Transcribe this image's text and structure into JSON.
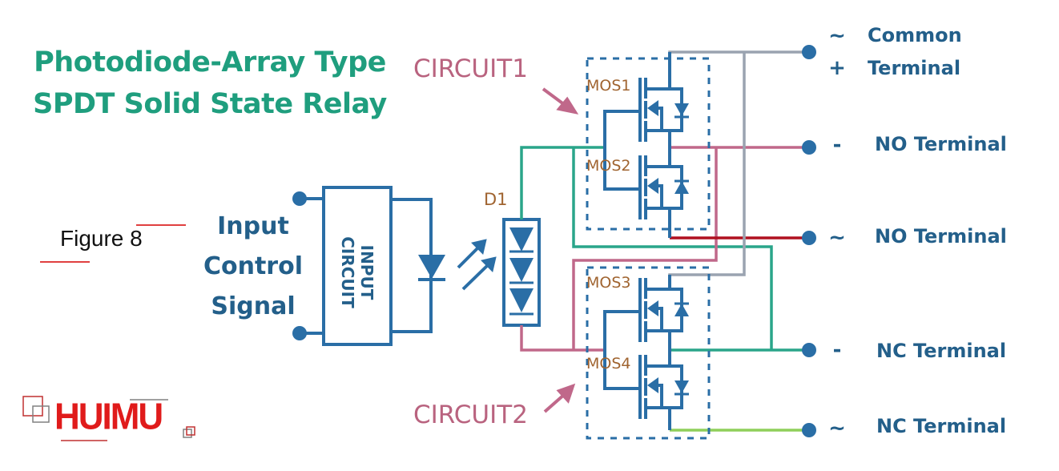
{
  "title": {
    "line1": "Photodiode-Array Type",
    "line2": "SPDT Solid State Relay"
  },
  "figure_label": "Figure 8",
  "input": {
    "line1": "Input",
    "line2": "Control",
    "line3": "Signal",
    "block_line1": "INPUT",
    "block_line2": "CIRCUIT"
  },
  "components": {
    "d1": "D1",
    "circuit1": "CIRCUIT1",
    "circuit2": "CIRCUIT2",
    "mos1": "MOS1",
    "mos2": "MOS2",
    "mos3": "MOS3",
    "mos4": "MOS4"
  },
  "terminals": [
    {
      "sign_top": "~",
      "sign_bottom": "+",
      "label_line1": "Common",
      "label_line2": "Terminal",
      "wire_color": "#9aa3b0"
    },
    {
      "sign": "-",
      "label": "NO Terminal",
      "wire_color": "#c0688a"
    },
    {
      "sign": "~",
      "label": "NO Terminal",
      "wire_color": "#b01020"
    },
    {
      "sign": "-",
      "label": "NC Terminal",
      "wire_color": "#2aa58a"
    },
    {
      "sign": "~",
      "label": "NC Terminal",
      "wire_color": "#8fcf5a"
    }
  ],
  "logo": {
    "text": "HUIMU"
  },
  "colors": {
    "schematic_blue": "#2a6ea6",
    "title_green": "#1f9e7e",
    "circuit_pink": "#b9637f",
    "mos_brown": "#a06430",
    "teal_wire": "#2aa58a",
    "pink_wire": "#c0688a",
    "gray_wire": "#9aa3b0",
    "red_wire": "#b01020",
    "green_wire": "#8fcf5a",
    "logo_red": "#e01b1b"
  }
}
